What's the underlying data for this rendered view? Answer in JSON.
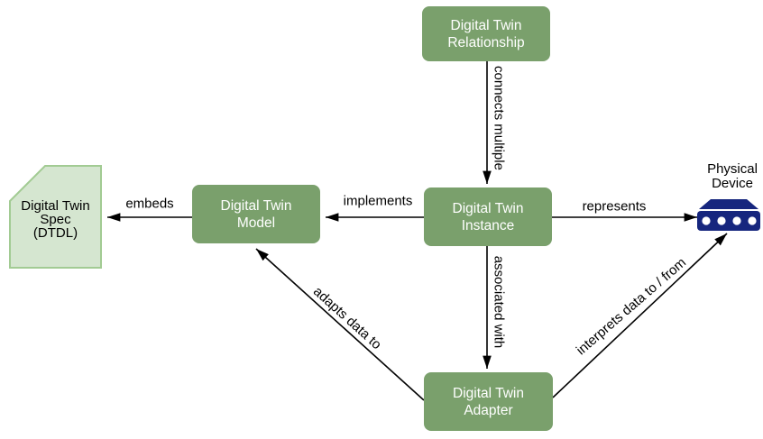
{
  "colors": {
    "node_fill": "#7aa06c",
    "node_text": "#ffffff",
    "spec_fill": "#d5e6d0",
    "spec_border": "#a2cb93",
    "device": "#16267e",
    "arrow": "#000000",
    "label_text": "#000000",
    "background": "#ffffff"
  },
  "nodes": {
    "relationship": {
      "label": "Digital Twin Relationship",
      "lines": [
        "Digital Twin",
        "Relationship"
      ]
    },
    "instance": {
      "label": "Digital Twin Instance",
      "lines": [
        "Digital Twin",
        "Instance"
      ]
    },
    "model": {
      "label": "Digital Twin Model",
      "lines": [
        "Digital Twin",
        "Model"
      ]
    },
    "adapter": {
      "label": "Digital Twin Adapter",
      "lines": [
        "Digital Twin",
        "Adapter"
      ]
    },
    "spec": {
      "label": "Digital Twin Spec (DTDL)",
      "lines": [
        "Digital Twin",
        "Spec",
        "(DTDL)"
      ]
    },
    "physical_device": {
      "label": "Physical Device",
      "lines": [
        "Physical",
        "Device"
      ]
    }
  },
  "edges": {
    "connects_multiple": {
      "label": "connects multiple",
      "from": "Digital Twin Relationship",
      "to": "Digital Twin Instance"
    },
    "implements": {
      "label": "implements",
      "from": "Digital Twin Instance",
      "to": "Digital Twin Model"
    },
    "embeds": {
      "label": "embeds",
      "from": "Digital Twin Model",
      "to": "Digital Twin Spec (DTDL)"
    },
    "represents": {
      "label": "represents",
      "from": "Digital Twin Instance",
      "to": "Physical Device"
    },
    "associated_with": {
      "label": "associated with",
      "from": "Digital Twin Instance",
      "to": "Digital Twin Adapter"
    },
    "adapts_data_to": {
      "label": "adapts data to",
      "from": "Digital Twin Adapter",
      "to": "Digital Twin Model"
    },
    "interprets_data": {
      "label": "interprets data to / from",
      "from": "Digital Twin Adapter",
      "to": "Physical Device"
    }
  }
}
